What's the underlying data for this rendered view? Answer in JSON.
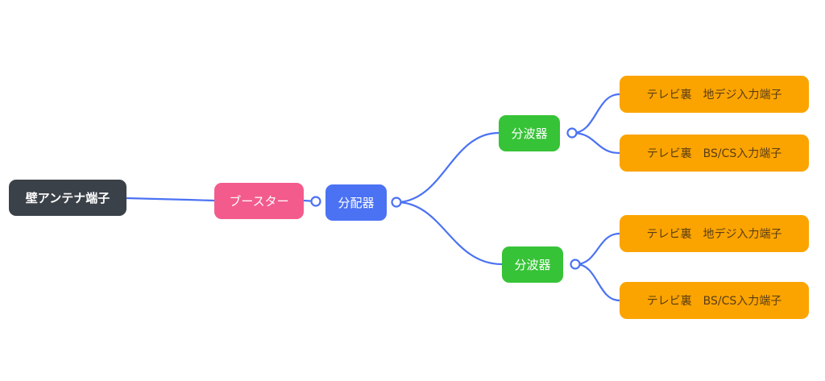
{
  "colors": {
    "link": "#4b72f3",
    "root": "#3b4148",
    "booster": "#f35b8d",
    "splitter": "#4b72f3",
    "filter": "#37c337",
    "leaf": "#fba400",
    "leaf_text": "#5a3d16"
  },
  "mindmap": {
    "root": {
      "label": "壁アンテナ端子"
    },
    "booster": {
      "label": "ブースター"
    },
    "splitter": {
      "label": "分配器"
    },
    "branches": [
      {
        "label": "分波器",
        "children": [
          {
            "label": "テレビ裏　地デジ入力端子"
          },
          {
            "label": "テレビ裏　BS/CS入力端子"
          }
        ]
      },
      {
        "label": "分波器",
        "children": [
          {
            "label": "テレビ裏　地デジ入力端子"
          },
          {
            "label": "テレビ裏　BS/CS入力端子"
          }
        ]
      }
    ]
  }
}
